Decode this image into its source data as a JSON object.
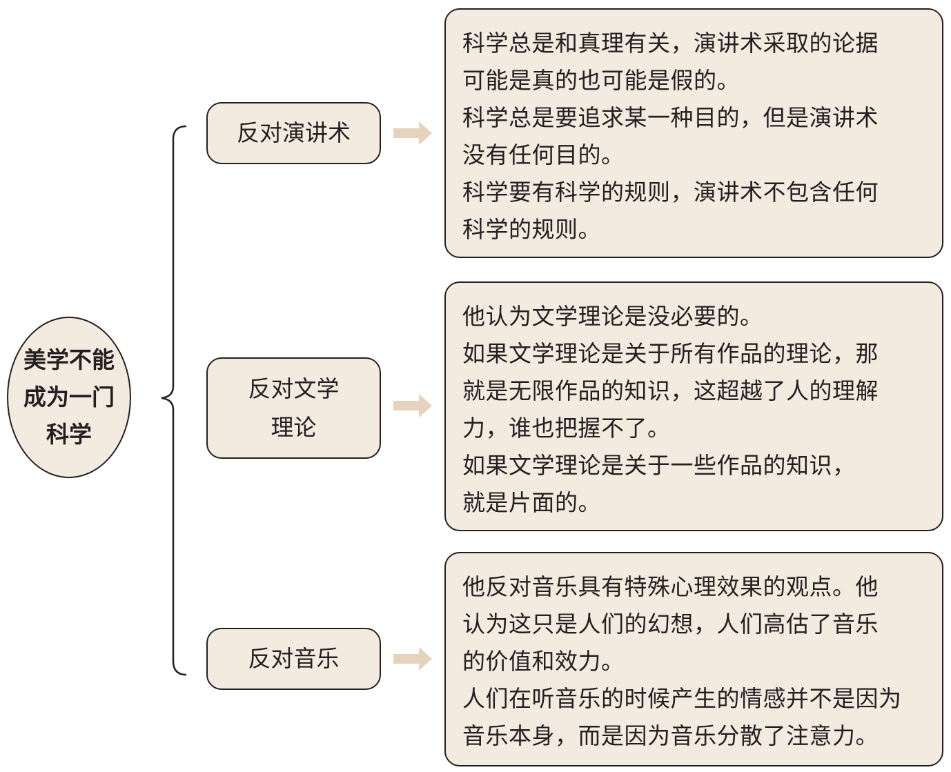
{
  "root": {
    "lines": [
      "美学不能",
      "成为一门",
      "科学"
    ]
  },
  "branches": [
    {
      "label_lines": [
        "反对演讲术"
      ],
      "detail_lines": [
        "科学总是和真理有关，演讲术采取的论据",
        "可能是真的也可能是假的。",
        "科学总是要追求某一种目的，但是演讲术",
        "没有任何目的。",
        "科学要有科学的规则，演讲术不包含任何",
        "科学的规则。"
      ]
    },
    {
      "label_lines": [
        "反对文学",
        "理论"
      ],
      "detail_lines": [
        "他认为文学理论是没必要的。",
        "如果文学理论是关于所有作品的理论，那",
        "就是无限作品的知识，这超越了人的理解",
        "力，谁也把握不了。",
        "如果文学理论是关于一些作品的知识，",
        "就是片面的。"
      ]
    },
    {
      "label_lines": [
        "反对音乐"
      ],
      "detail_lines": [
        "他反对音乐具有特殊心理效果的观点。他",
        "认为这只是人们的幻想，人们高估了音乐",
        "的价值和效力。",
        "人们在听音乐的时候产生的情感并不是因为",
        "音乐本身，而是因为音乐分散了注意力。"
      ]
    }
  ],
  "colors": {
    "fill": "#f4ebe0",
    "arrow": "#e6d3bd",
    "stroke": "#231f20"
  }
}
